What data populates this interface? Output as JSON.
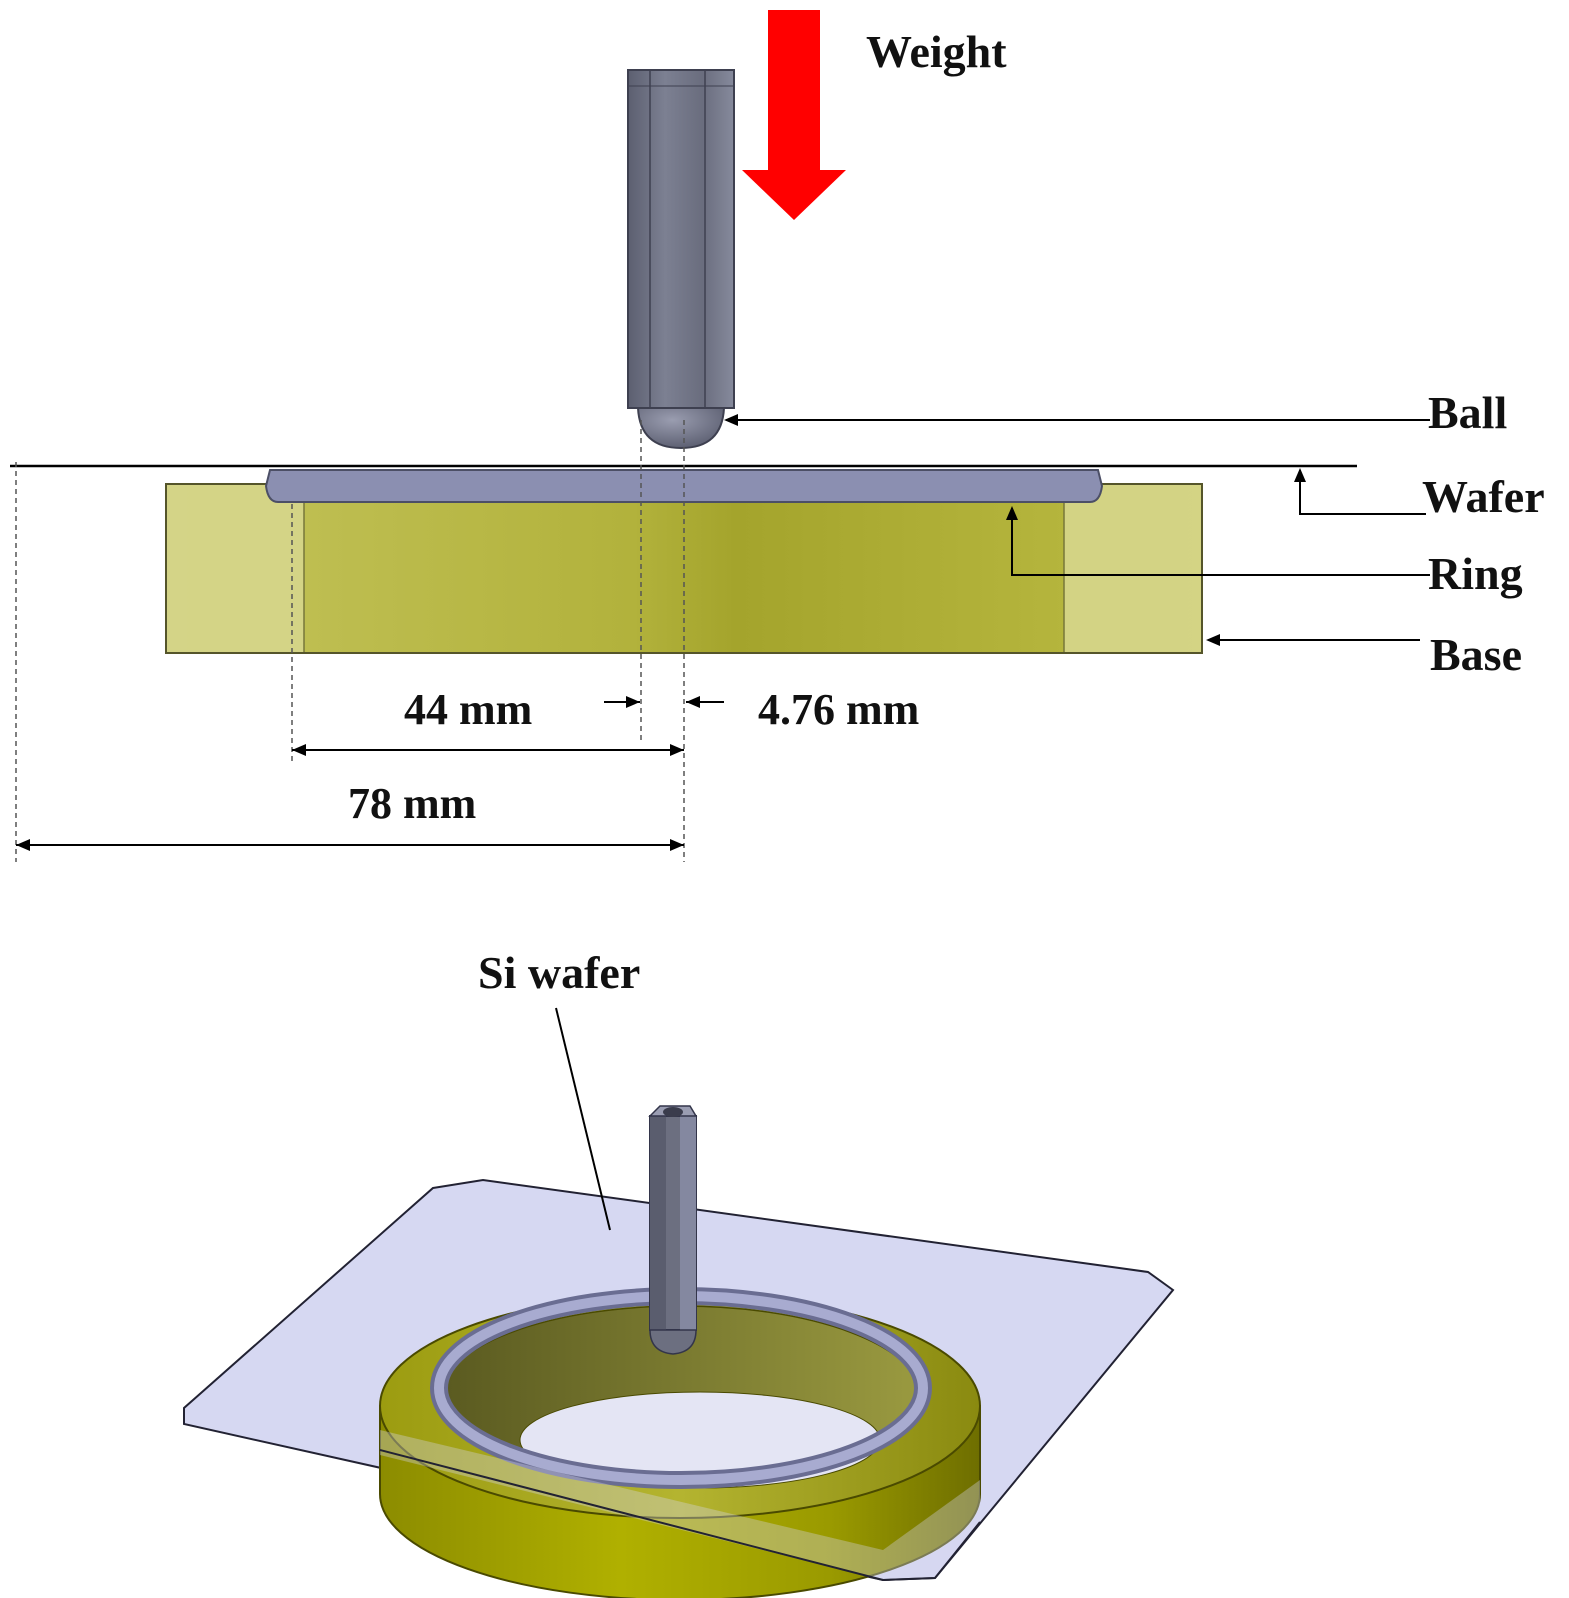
{
  "labels": {
    "weight": "Weight",
    "ball": "Ball",
    "wafer": "Wafer",
    "ring": "Ring",
    "base": "Base",
    "dim_44": "44 mm",
    "dim_476": "4.76 mm",
    "dim_78": "78 mm",
    "si_wafer": "Si wafer"
  },
  "colors": {
    "weight_arrow": "#ff0000",
    "rod": "#6f7283",
    "base": "#b8b840",
    "base_light": "#d4d48a",
    "ring": "#8c8fb0",
    "wafer_sheet": "#d4d6f0",
    "base_3d": "#a8a800"
  },
  "dimensions_mm": {
    "ring_radius": 44,
    "ball_radius": 4.76,
    "wafer_half_width": 78
  }
}
